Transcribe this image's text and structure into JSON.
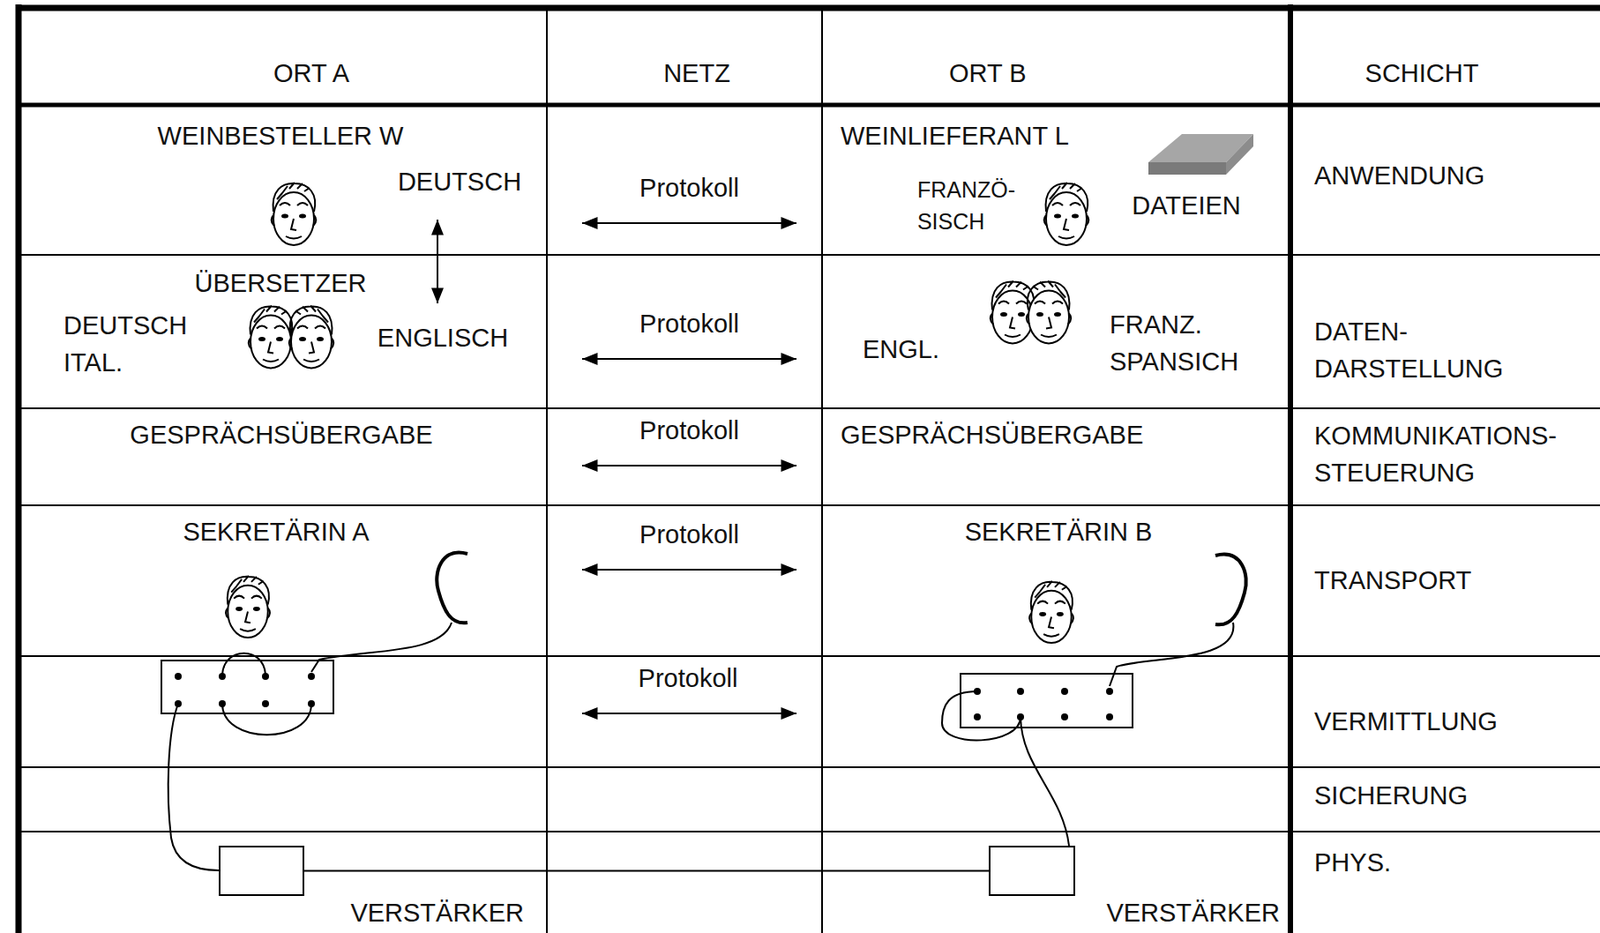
{
  "diagram": {
    "nodes": [
      {
        "text": [
          "WEINBESTELLER W",
          "DEUTSCH"
        ]
      },
      {
        "text": [
          "WEINLIEFERANT L",
          "FRANZÖ- SISCH",
          "DATEIEN"
        ]
      },
      {
        "text": [
          "ÜBERSETZER",
          "DEUTSCH ITAL.",
          "ENGLISCH"
        ]
      },
      {
        "text": [
          "ENGL.",
          "FRANZ. SPANSICH"
        ]
      },
      {
        "text": [
          "GESPRÄCHSÜBERGABE"
        ]
      },
      {
        "text": [
          "GESPRÄCHSÜBERGABE"
        ]
      },
      {
        "text": [
          "SEKRETÄRIN A"
        ]
      },
      {
        "text": [
          "SEKRETÄRIN B"
        ]
      },
      {
        "text": [
          "VERSTÄRKER"
        ]
      },
      {
        "text": [
          "VERSTÄRKER"
        ]
      }
    ],
    "edges": [
      {
        "from": 0,
        "to": 1,
        "label": "Protokoll",
        "arrow": "both"
      },
      {
        "from": 2,
        "to": 3,
        "label": "Protokoll",
        "arrow": "both"
      },
      {
        "from": 4,
        "to": 5,
        "label": "Protokoll",
        "arrow": "both"
      },
      {
        "from": 6,
        "to": 7,
        "label": "Protokoll",
        "arrow": "both"
      },
      {
        "from": 8,
        "to": 9,
        "arrow": "none"
      }
    ],
    "labels": [
      "ORT A",
      "NETZ",
      "ORT B",
      "SCHICHT",
      "ANWENDUNG",
      "DATEN- DARSTELLUNG",
      "KOMMUNIKATIONS- STEUERUNG",
      "TRANSPORT",
      "VERMITTLUNG",
      "SICHERUNG",
      "PHYS.",
      "Protokoll"
    ]
  }
}
